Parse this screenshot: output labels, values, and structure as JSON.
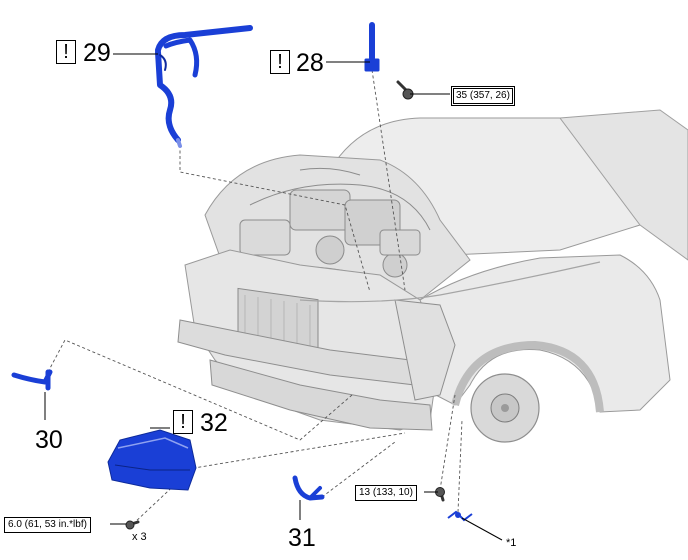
{
  "callouts": {
    "c29": "29",
    "c28": "28",
    "c30": "30",
    "c31": "31",
    "c32": "32"
  },
  "warning_symbol": "!",
  "torques": {
    "t28": "35 (357, 26)",
    "t31": "13 (133, 10)",
    "t32": "6.0 (61, 53 in.*lbf)"
  },
  "quantity_label": "x 3",
  "note_marker": "*1",
  "colors": {
    "part_blue": "#1a3fd6",
    "outline_gray": "#8a8a8a",
    "leader": "#000000"
  }
}
